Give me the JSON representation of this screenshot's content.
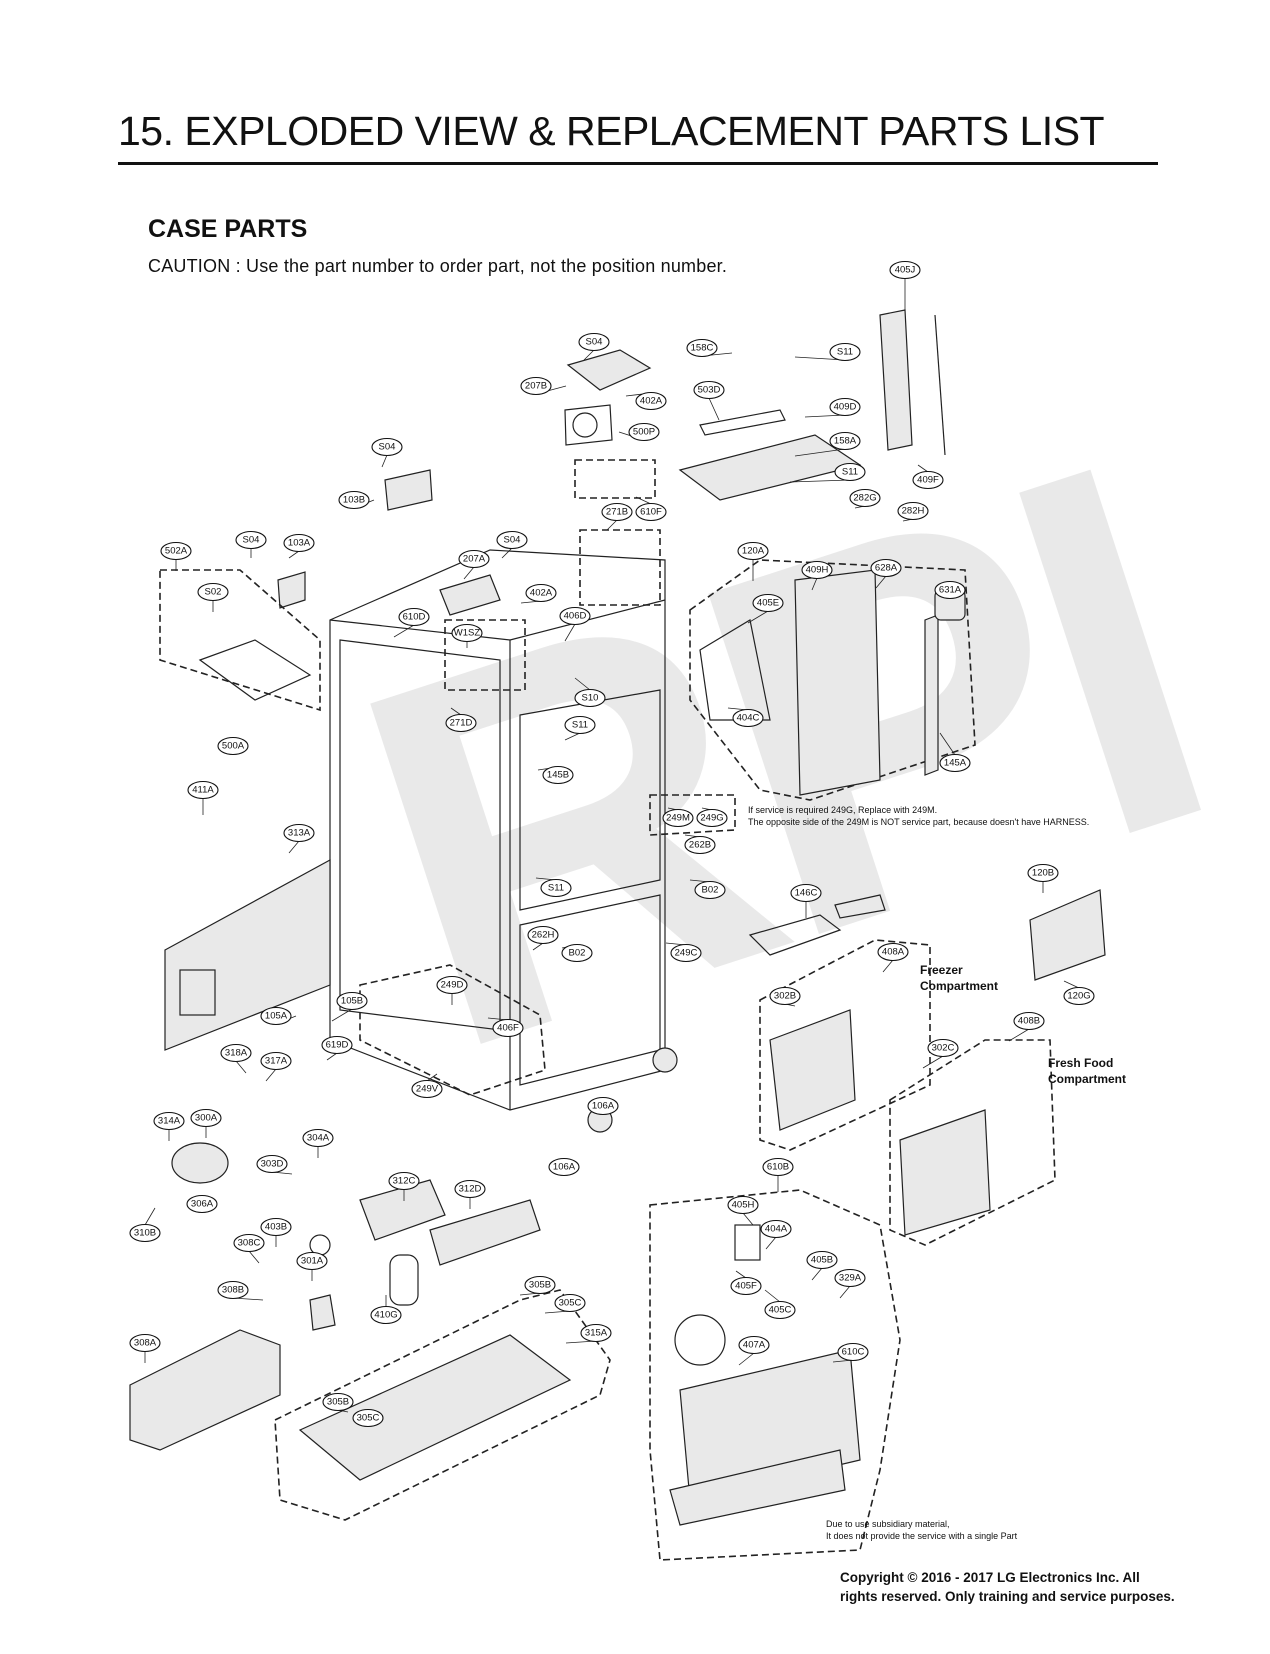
{
  "header": {
    "title": "15. EXPLODED VIEW & REPLACEMENT PARTS LIST"
  },
  "section": {
    "title": "CASE PARTS",
    "caution": "CAUTION : Use the part number to order part, not the position number."
  },
  "watermark": {
    "text": "RPI"
  },
  "notes": {
    "service_line1": "If service is required 249G, Replace with 249M.",
    "service_line2": "The opposite side of the 249M is NOT service part, because doesn't have HARNESS.",
    "subsidiary_line1": "Due to use subsidiary material,",
    "subsidiary_line2": "It does not provide the service with a single Part"
  },
  "compartments": {
    "freezer_line1": "Freezer",
    "freezer_line2": "Compartment",
    "fresh_line1": "Fresh Food",
    "fresh_line2": "Compartment"
  },
  "footer": {
    "copyright_line1": "Copyright © 2016 - 2017 LG Electronics Inc. All",
    "copyright_line2": "rights reserved. Only training and service purposes."
  },
  "callouts": [
    "405J",
    "S04",
    "158C",
    "S11",
    "207B",
    "402A",
    "503D",
    "409D",
    "500P",
    "158A",
    "S11",
    "409F",
    "S04",
    "271B",
    "610F",
    "282G",
    "282H",
    "103B",
    "502A",
    "S04",
    "103A",
    "207A",
    "S04",
    "402A",
    "120A",
    "409H",
    "628A",
    "631A",
    "S02",
    "610D",
    "W1SZ",
    "406D",
    "405E",
    "S10",
    "404C",
    "271D",
    "S11",
    "145A",
    "500A",
    "411A",
    "145B",
    "249M",
    "249G",
    "313A",
    "262B",
    "S11",
    "B02",
    "120B",
    "146C",
    "262H",
    "B02",
    "249C",
    "408A",
    "302B",
    "120G",
    "249D",
    "105A",
    "105B",
    "406F",
    "408B",
    "302C",
    "619D",
    "318A",
    "317A",
    "249V",
    "106A",
    "314A",
    "300A",
    "304A",
    "303D",
    "306A",
    "106A",
    "312C",
    "312D",
    "310B",
    "610B",
    "403B",
    "308C",
    "301A",
    "405H",
    "404A",
    "308B",
    "305B",
    "305C",
    "315A",
    "405B",
    "329A",
    "405F",
    "410G",
    "405C",
    "308A",
    "407A",
    "610C",
    "305B",
    "305C"
  ]
}
